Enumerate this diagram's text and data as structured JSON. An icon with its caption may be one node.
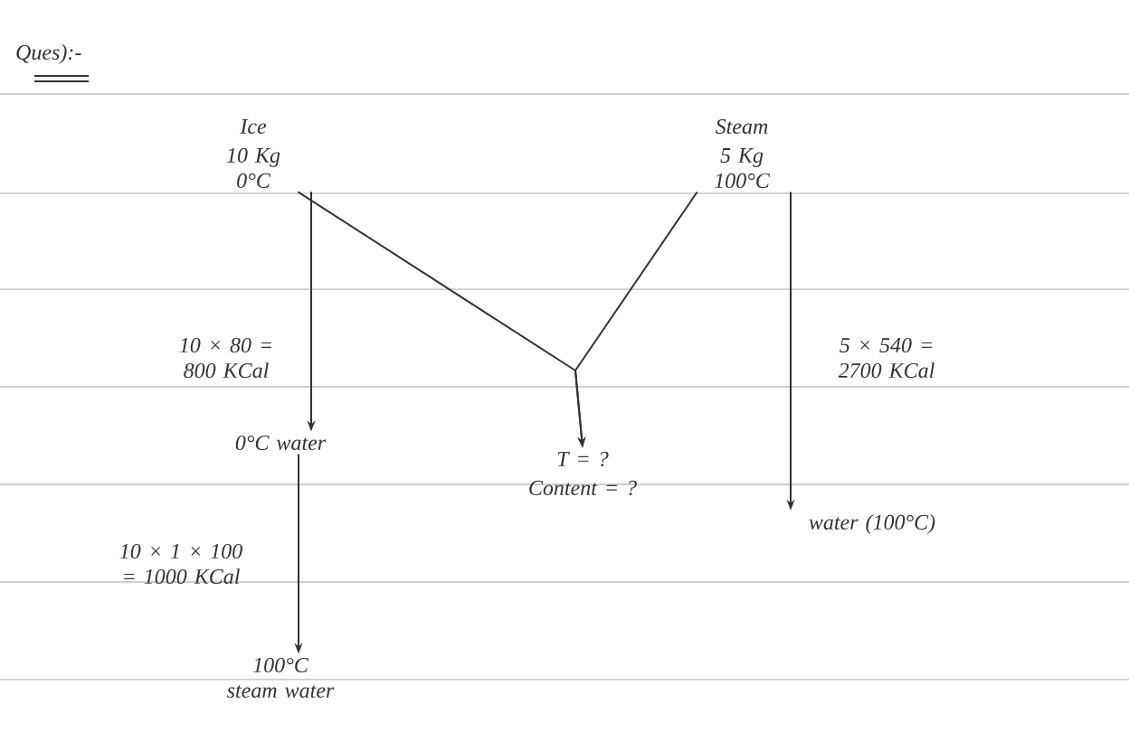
{
  "diagram": {
    "nodes": [
      {
        "text": [
          "Ice",
          "10 Kg 0°C"
        ]
      },
      {
        "text": [
          "Steam",
          "5 Kg 100°C"
        ]
      },
      {
        "text": [
          "0°C water"
        ]
      },
      {
        "text": [
          "100°C steam water"
        ]
      },
      {
        "text": [
          "T = ?",
          "Content = ?"
        ]
      },
      {
        "text": [
          "water (100°C)"
        ]
      }
    ],
    "edges": [
      {
        "from": 0,
        "to": 2,
        "arrow": "to",
        "label": "10 × 80 = 800 KCal"
      },
      {
        "from": 2,
        "to": 3,
        "arrow": "to",
        "label": "10 × 1 × 100 = 1000 KCal"
      },
      {
        "from": 0,
        "to": 4,
        "arrow": "to"
      },
      {
        "from": 1,
        "to": 4,
        "arrow": "to"
      },
      {
        "from": 1,
        "to": 5,
        "arrow": "to",
        "label": "5 × 540 = 2700 KCal"
      }
    ],
    "labels": [
      "Ques):-"
    ]
  }
}
